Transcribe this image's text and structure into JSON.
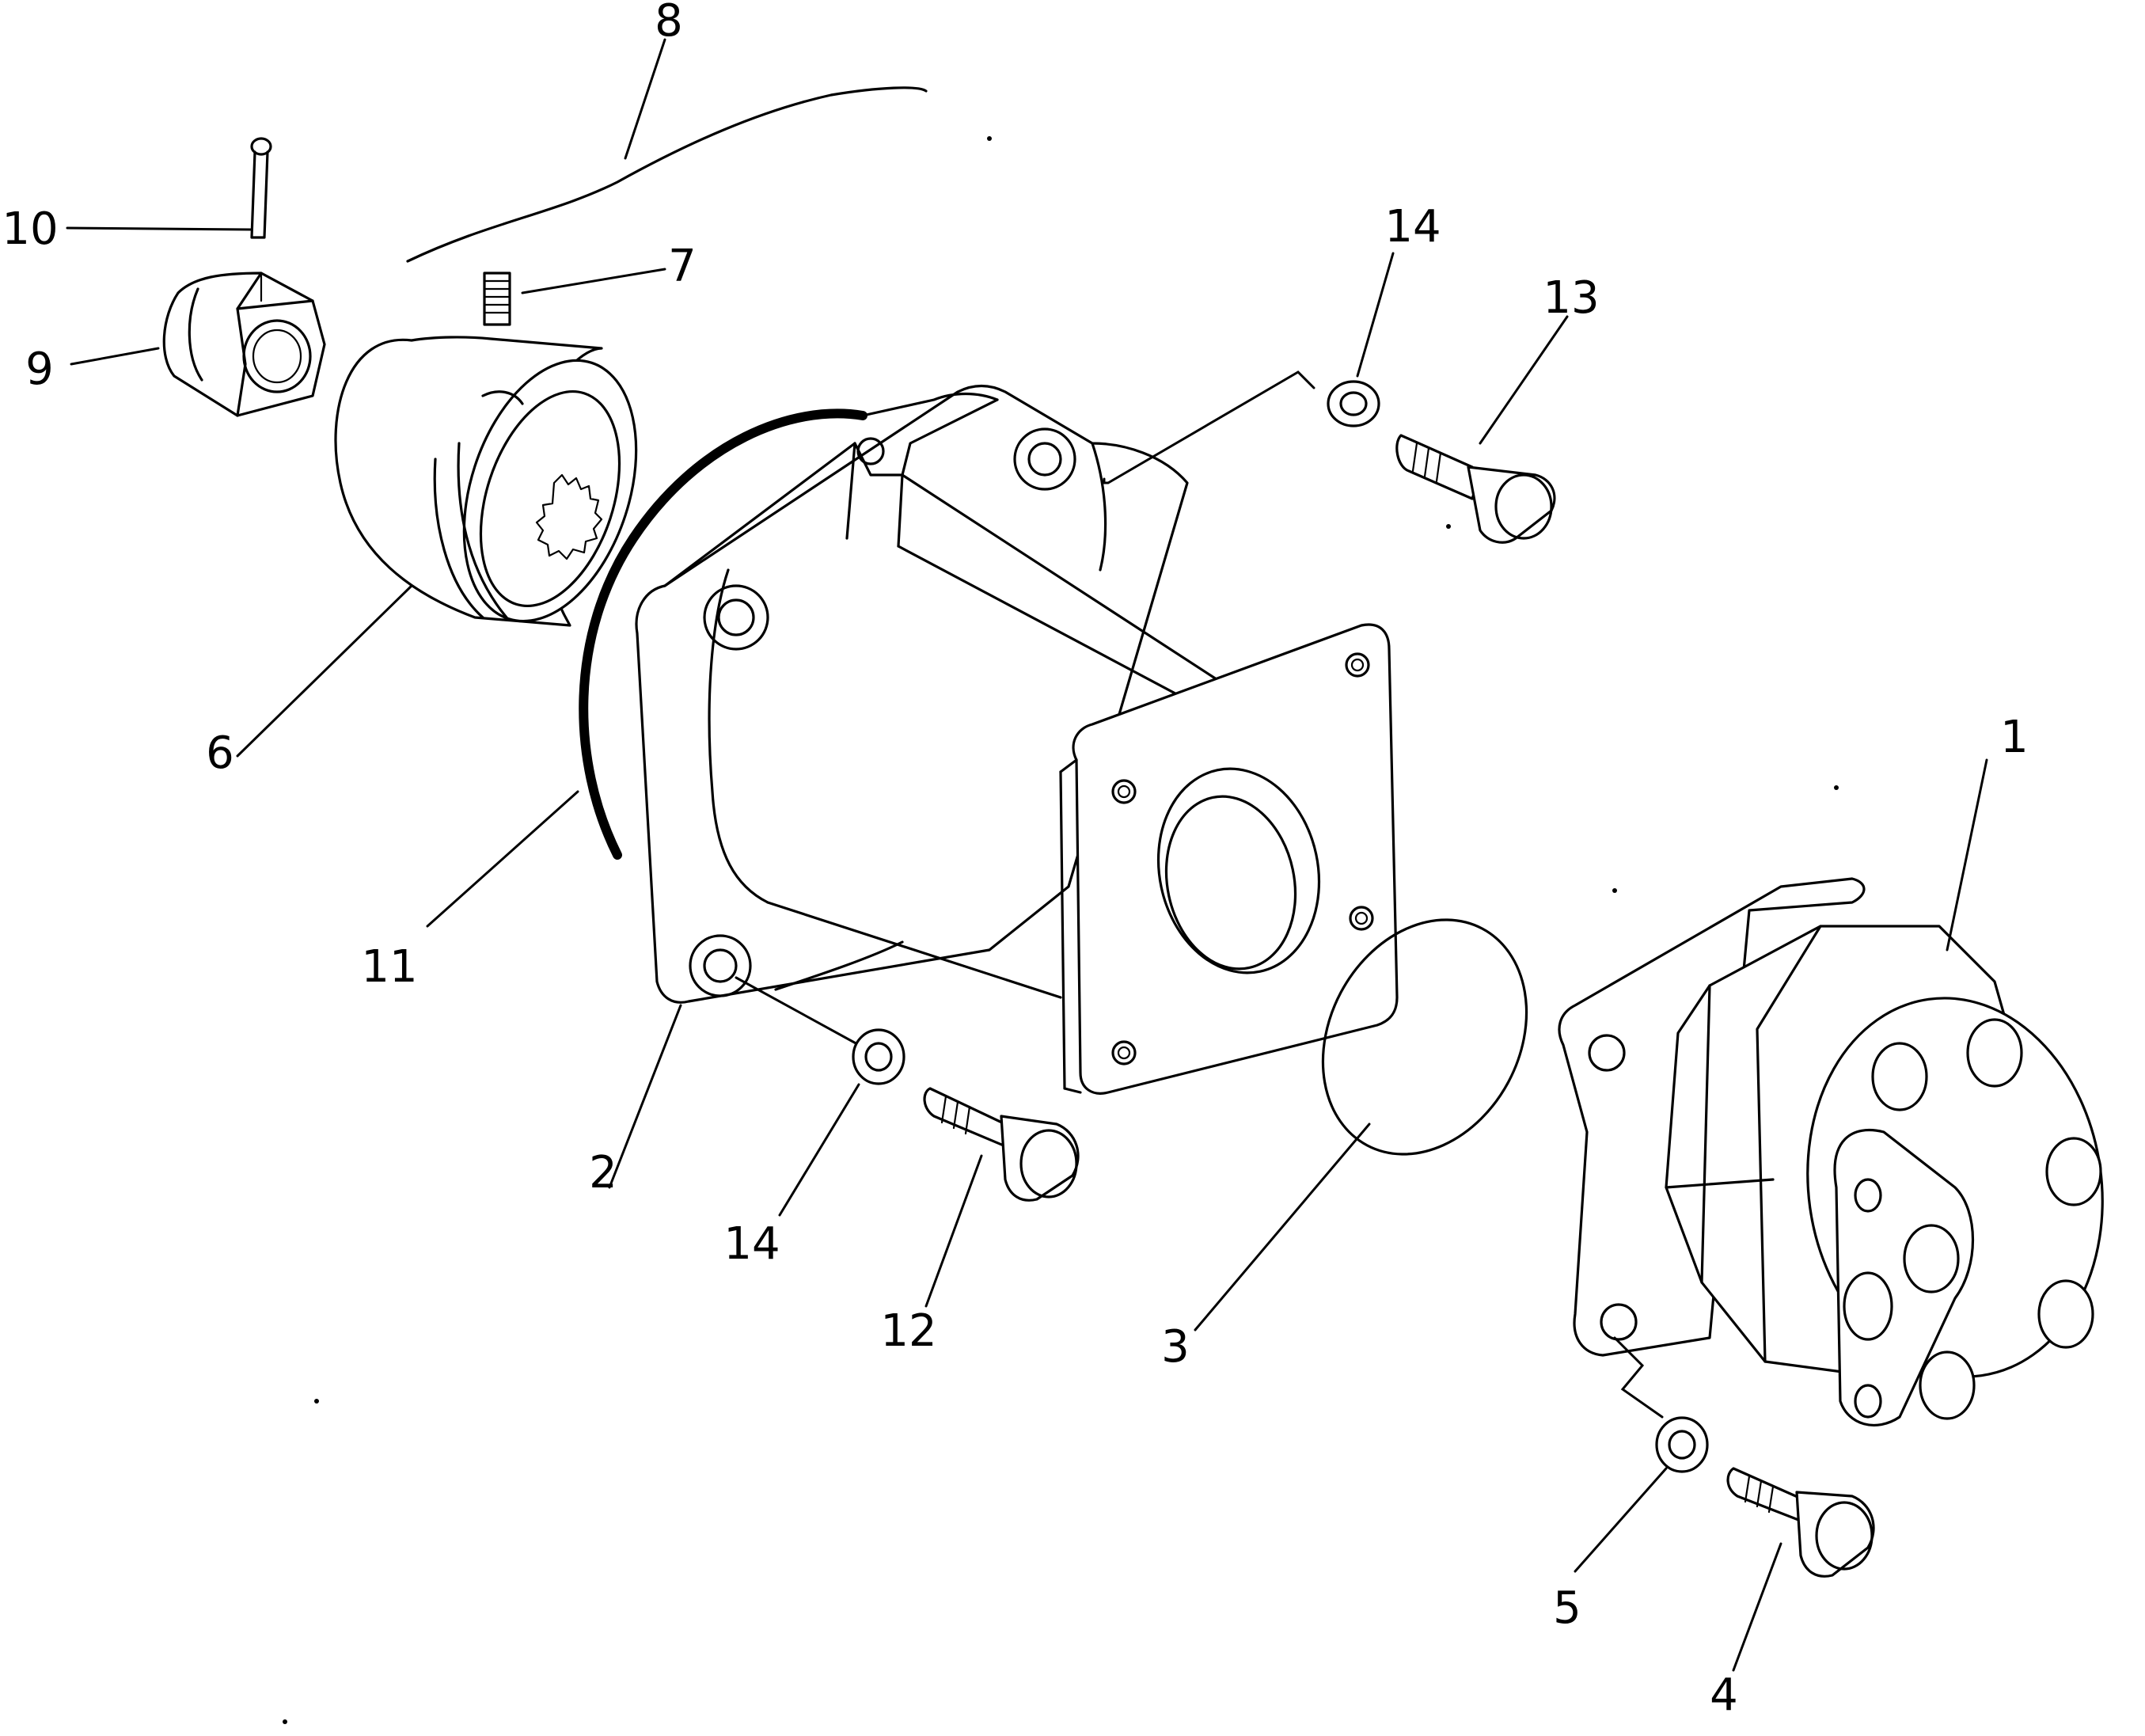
{
  "callouts": [
    {
      "id": "1",
      "text": "1"
    },
    {
      "id": "2",
      "text": "2"
    },
    {
      "id": "3",
      "text": "3"
    },
    {
      "id": "4",
      "text": "4"
    },
    {
      "id": "5",
      "text": "5"
    },
    {
      "id": "6",
      "text": "6"
    },
    {
      "id": "7",
      "text": "7"
    },
    {
      "id": "8",
      "text": "8"
    },
    {
      "id": "9",
      "text": "9"
    },
    {
      "id": "10",
      "text": "10"
    },
    {
      "id": "11",
      "text": "11"
    },
    {
      "id": "12",
      "text": "12"
    },
    {
      "id": "13",
      "text": "13"
    },
    {
      "id": "14a",
      "text": "14"
    },
    {
      "id": "14b",
      "text": "14"
    }
  ]
}
